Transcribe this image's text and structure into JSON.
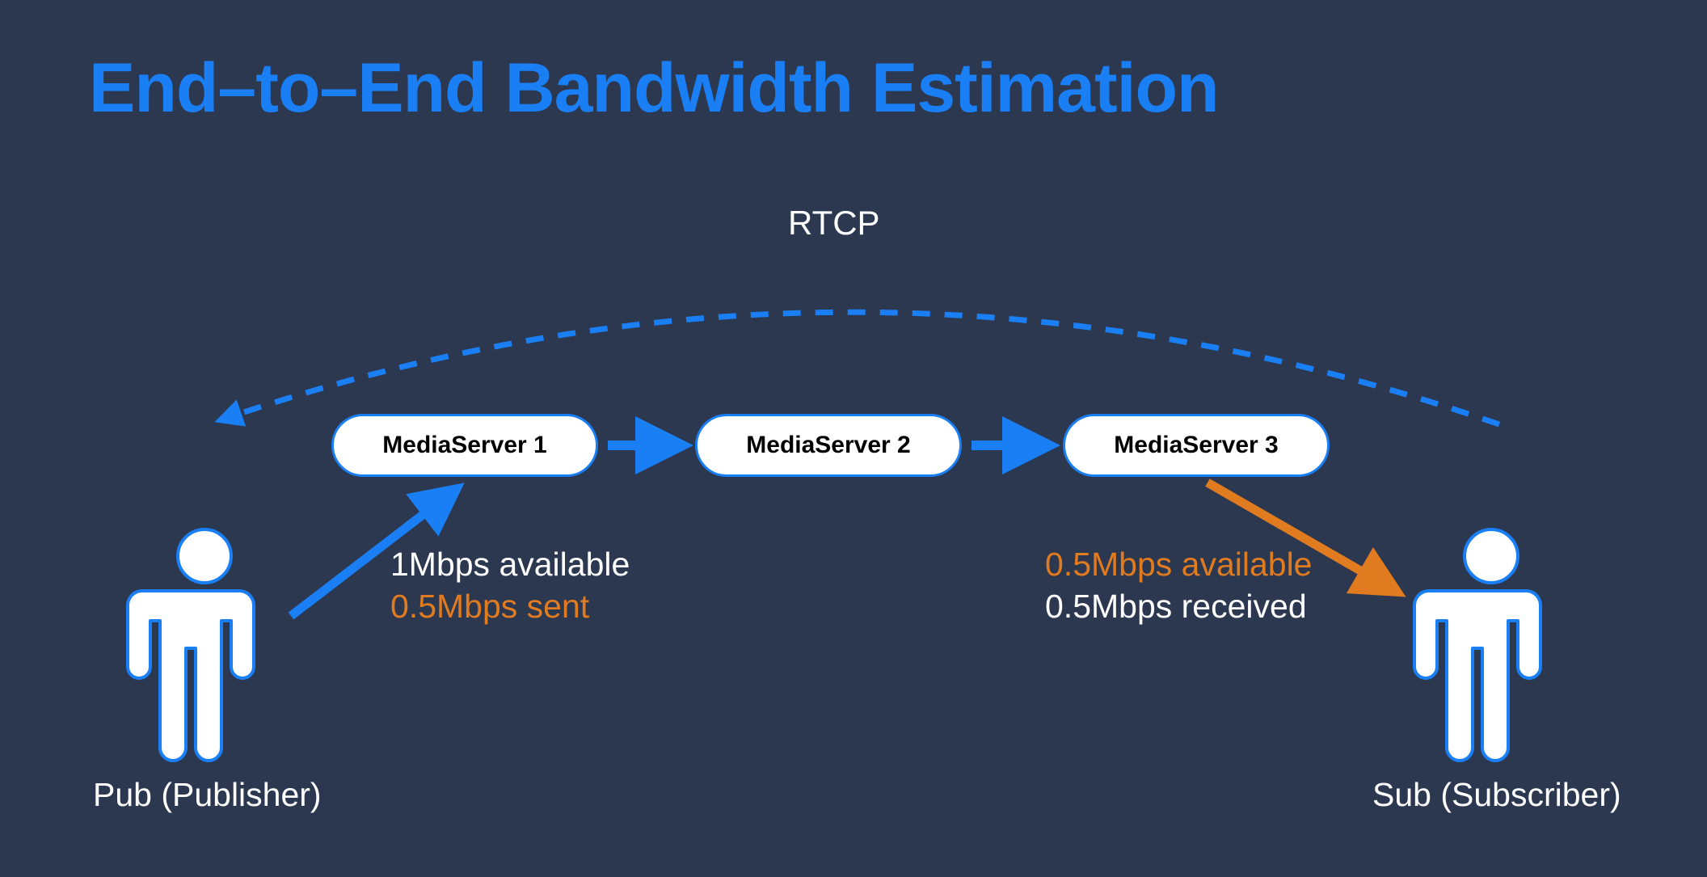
{
  "slide": {
    "title": "End–to–End Bandwidth Estimation",
    "background_color": "#2b3850",
    "accent_blue": "#1a7ff5",
    "accent_orange": "#e07b20",
    "text_white": "#ffffff"
  },
  "rtcp": {
    "label": "RTCP",
    "feedback_arc_color": "#1a7ff5",
    "feedback_arc_style": "dashed",
    "feedback_arc_direction": "right-to-left"
  },
  "servers": [
    {
      "label": "MediaServer 1"
    },
    {
      "label": "MediaServer 2"
    },
    {
      "label": "MediaServer 3"
    }
  ],
  "annotations": {
    "left": {
      "line1": {
        "text": "1Mbps available",
        "color": "#ffffff"
      },
      "line2": {
        "text": "0.5Mbps sent",
        "color": "#e07b20"
      }
    },
    "right": {
      "line1": {
        "text": "0.5Mbps available",
        "color": "#e07b20"
      },
      "line2": {
        "text": "0.5Mbps received",
        "color": "#ffffff"
      }
    }
  },
  "people": {
    "publisher": {
      "caption": "Pub (Publisher)",
      "icon": "person-icon"
    },
    "subscriber": {
      "caption": "Sub (Subscriber)",
      "icon": "person-icon"
    }
  },
  "flows": [
    {
      "from": "publisher",
      "to": "MediaServer 1",
      "color": "#1a7ff5",
      "style": "solid"
    },
    {
      "from": "MediaServer 1",
      "to": "MediaServer 2",
      "color": "#1a7ff5",
      "style": "solid"
    },
    {
      "from": "MediaServer 2",
      "to": "MediaServer 3",
      "color": "#1a7ff5",
      "style": "solid"
    },
    {
      "from": "MediaServer 3",
      "to": "subscriber",
      "color": "#e07b20",
      "style": "solid"
    },
    {
      "from": "subscriber",
      "to": "publisher",
      "color": "#1a7ff5",
      "style": "dashed",
      "label": "RTCP"
    }
  ]
}
